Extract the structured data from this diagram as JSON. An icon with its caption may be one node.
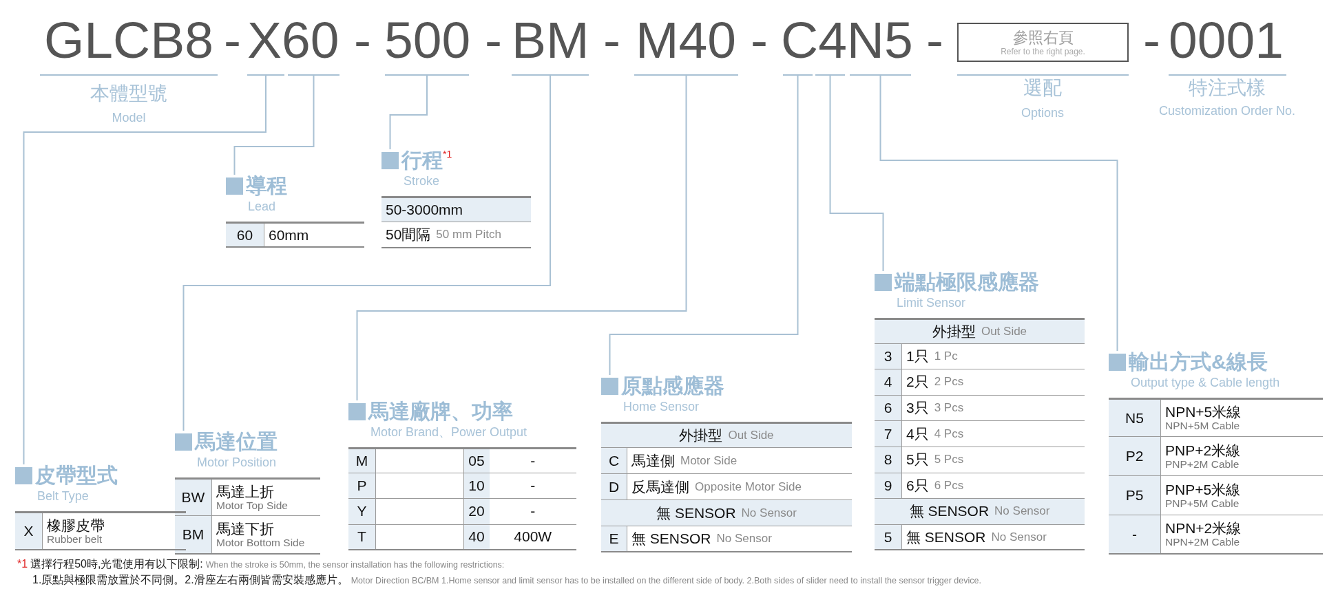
{
  "diagram": {
    "nodes": [
      {
        "text": [
          "參照右頁",
          "Refer to the right page."
        ]
      },
      {
        "text": [],
        "shape": "bar"
      },
      {
        "text": [],
        "shape": "bar"
      },
      {
        "text": [],
        "shape": "bar"
      },
      {
        "text": [],
        "shape": "bar"
      },
      {
        "text": [],
        "shape": "bar"
      },
      {
        "text": [],
        "shape": "bar"
      },
      {
        "text": [],
        "shape": "bar"
      },
      {
        "text": [],
        "shape": "bar"
      },
      {
        "text": [
          "導程",
          "Lead"
        ]
      },
      {
        "text": [
          "60",
          "60mm"
        ]
      },
      {
        "text": [
          "行程$^{*1}$",
          "Stroke"
        ]
      },
      {
        "text": [
          "50-3000mm"
        ]
      },
      {
        "text": [
          "50間隔",
          "50 mm Pitch"
        ]
      },
      {
        "text": [
          "端點極限感應器",
          "Limit Sensor"
        ]
      },
      {
        "text": [
          "外掛型",
          "Out Side"
        ]
      },
      {
        "text": [
          "3",
          "1只",
          "1 Pc"
        ]
      },
      {
        "text": [
          "4",
          "2只",
          "2 Pcs"
        ]
      },
      {
        "text": [
          "6",
          "3只",
          "3 Pcs"
        ]
      },
      {
        "text": [
          "7",
          "4只",
          "4 Pcs"
        ]
      },
      {
        "text": [
          "8",
          "5只",
          "5 Pcs"
        ]
      },
      {
        "text": [
          "9",
          "6只",
          "6 Pcs"
        ]
      },
      {
        "text": [
          "無 SENSOR",
          "No Sensor"
        ]
      },
      {
        "text": [
          "5",
          "無 SENSOR",
          "No Sensor"
        ]
      },
      {
        "text": [
          "輸出方式&線長",
          "Output type & Cable length"
        ]
      },
      {
        "text": [
          "N5",
          "NPN+5米線",
          "NPN+5M Cable"
        ]
      },
      {
        "text": [
          "P2",
          "PNP+2米線",
          "PNP+2M Cable"
        ]
      },
      {
        "text": [
          "P5",
          "PNP+5米線",
          "PNP+5M Cable"
        ]
      },
      {
        "text": [
          "-",
          "NPN+2米線",
          "NPN+2M Cable"
        ]
      },
      {
        "text": [
          "原點感應器",
          "Home Sensor"
        ]
      },
      {
        "text": [
          "外掛型",
          "Out Side"
        ]
      },
      {
        "text": [
          "C",
          "馬達側",
          "Motor Side"
        ]
      },
      {
        "text": [
          "D",
          "反馬達側",
          "Opposite Motor Side"
        ]
      },
      {
        "text": [
          "無 SENSOR",
          "No Sensor"
        ]
      },
      {
        "text": [
          "E",
          "無 SENSOR",
          "No Sensor"
        ]
      },
      {
        "text": [
          "馬達廠牌、功率",
          "Motor Brand、Power Output"
        ]
      },
      {
        "text": [
          "M",
          "05",
          "-"
        ]
      },
      {
        "text": [
          "P",
          "10",
          "-"
        ]
      },
      {
        "text": [
          "Y",
          "20",
          "-"
        ]
      },
      {
        "text": [
          "T",
          "40",
          "400W"
        ]
      },
      {
        "text": [
          "馬達位置",
          "Motor Position"
        ]
      },
      {
        "text": [
          "BW",
          "馬達上折",
          "Motor Top Side"
        ]
      },
      {
        "text": [
          "BM",
          "馬達下折",
          "Motor Bottom Side"
        ]
      },
      {
        "text": [
          "皮帶型式",
          "Belt Type"
        ]
      },
      {
        "text": [
          "X",
          "橡膠皮帶",
          "Rubber belt"
        ]
      }
    ],
    "edges": [
      {
        "from": 1,
        "to": 43,
        "arrow": "none"
      },
      {
        "from": 2,
        "to": 9,
        "arrow": "none"
      },
      {
        "from": 3,
        "to": 11,
        "arrow": "none"
      },
      {
        "from": 4,
        "to": 40,
        "arrow": "none"
      },
      {
        "from": 5,
        "to": 35,
        "arrow": "none"
      },
      {
        "from": 6,
        "to": 29,
        "arrow": "none"
      },
      {
        "from": 7,
        "to": 14,
        "arrow": "none"
      },
      {
        "from": 8,
        "to": 24,
        "arrow": "none"
      }
    ],
    "labels": [
      "GLCB8",
      "-",
      "X60",
      "-",
      "500",
      "-",
      "BM",
      "-",
      "M40",
      "-",
      "C4N5",
      "-",
      "-",
      "0001",
      "本體型號",
      "Model",
      "選配",
      "Options",
      "特注式樣",
      "Customization Order No.",
      "*1",
      "選擇行程50時,光電使用有以下限制:",
      "When the stroke is 50mm, the sensor installation has  the following restrictions:",
      "1.原點與極限需放置於不同側。2.滑座左右兩側皆需安裝感應片。",
      "Motor Direction BC/BM 1.Home sensor and limit sensor has to be installed on the different side of body.  2.Both sides of slider need to install the sensor trigger device."
    ]
  }
}
